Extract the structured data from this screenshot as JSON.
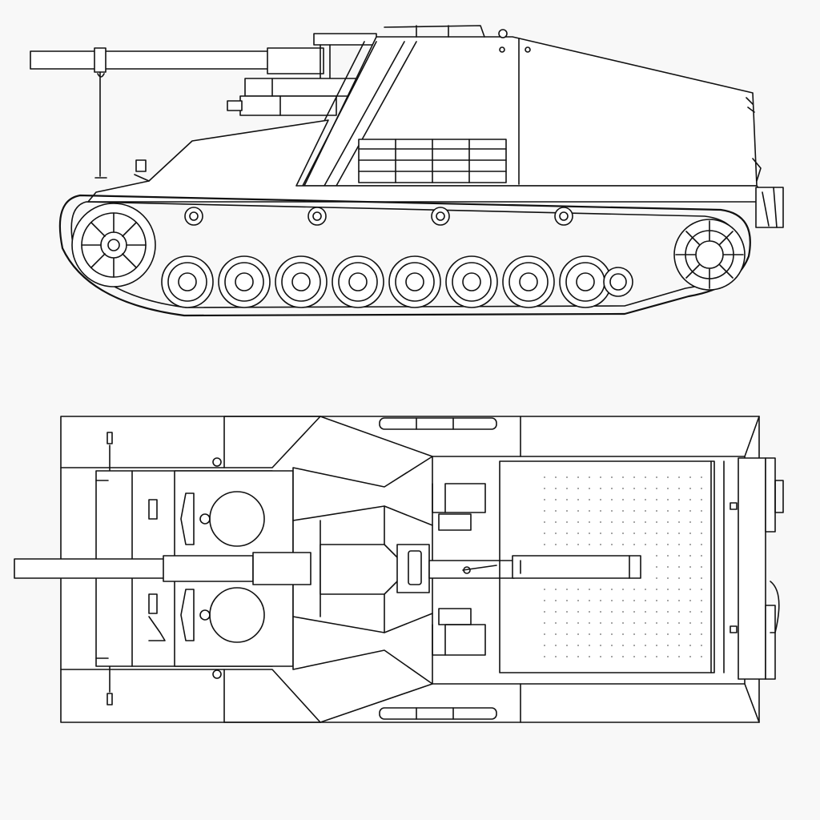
{
  "drawing": {
    "views": [
      "side-elevation",
      "top-plan"
    ],
    "colors": {
      "background": "#f8f8f8",
      "line": "#111111",
      "fill": "#ffffff"
    },
    "road_wheels_per_side": 8,
    "return_rollers_per_side": 4,
    "icons": [
      "tank-side-view-icon",
      "tank-top-view-icon"
    ]
  }
}
